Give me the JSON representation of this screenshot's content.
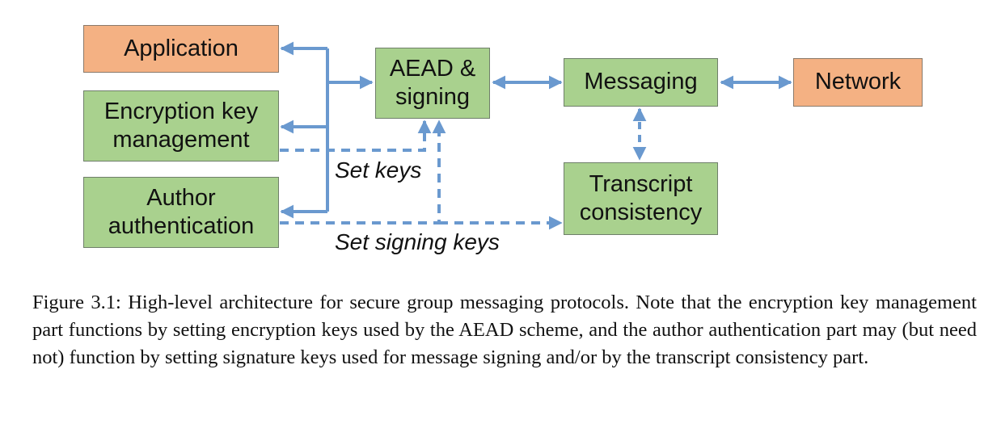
{
  "nodes": {
    "application": "Application",
    "encryption_key_management": "Encryption key\nmanagement",
    "author_authentication": "Author\nauthentication",
    "aead_signing": "AEAD &\nsigning",
    "messaging": "Messaging",
    "network": "Network",
    "transcript_consistency": "Transcript\nconsistency"
  },
  "edge_labels": {
    "set_keys": "Set keys",
    "set_signing_keys": "Set signing keys"
  },
  "colors": {
    "green_box": "#a9d18e",
    "orange_box": "#f4b183",
    "arrow": "#6a99cf"
  },
  "caption": "Figure 3.1: High-level architecture for secure group messaging protocols. Note that the encryption key management part functions by setting encryption keys used by the AEAD scheme, and the author authentication part may (but need not) function by setting signature keys used for message signing and/or by the transcript consistency part."
}
